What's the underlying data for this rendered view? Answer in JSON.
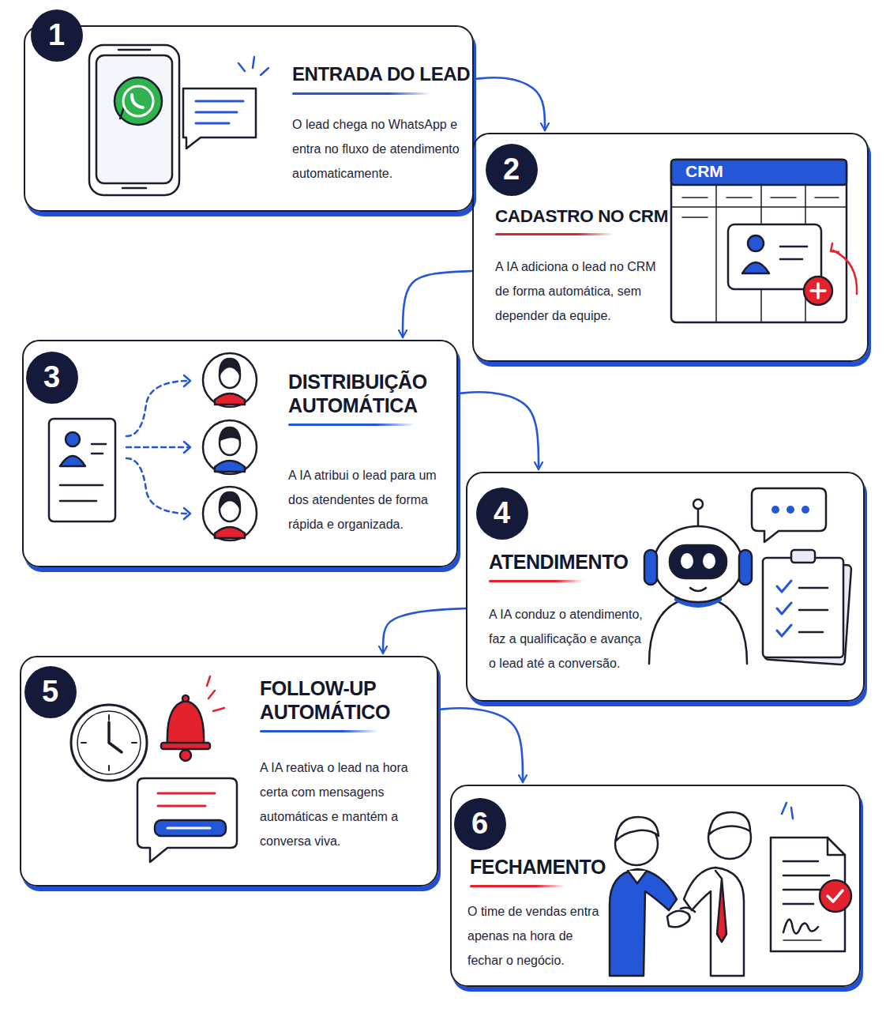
{
  "diagram": {
    "nodes": [
      {
        "text": [
          "ENTRADA DO LEAD",
          "O lead chega no WhatsApp e entra no fluxo de atendimento automaticamente."
        ]
      },
      {
        "text": [
          "1"
        ],
        "in": 0
      },
      {
        "text": [
          "CADASTRO NO CRM",
          "A IA adiciona o lead no CRM de forma automática, sem depender da equipe."
        ]
      },
      {
        "text": [
          "2"
        ],
        "in": 2
      },
      {
        "text": [
          "DISTRIBUIÇÃO AUTOMÁTICA",
          "A IA atribui o lead para um dos atendentes de forma rápida e organizada."
        ]
      },
      {
        "text": [
          "3"
        ],
        "in": 4
      },
      {
        "text": [
          "ATENDIMENTO",
          "A IA conduz o atendimento, faz a qualificação e avança o lead até a conversão."
        ]
      },
      {
        "text": [
          "4"
        ],
        "in": 6
      },
      {
        "text": [
          "FOLLOW-UP AUTOMÁTICO",
          "A IA reativa o lead na hora certa com mensagens automáticas e mantém a conversa viva."
        ]
      },
      {
        "text": [
          "5"
        ],
        "in": 8
      },
      {
        "text": [
          "FECHAMENTO",
          "O time de vendas entra apenas na hora de fechar o negócio."
        ]
      },
      {
        "text": [
          "6"
        ],
        "in": 10
      }
    ],
    "edges": [
      {
        "from": 0,
        "to": 2,
        "arrow": "to"
      },
      {
        "from": 2,
        "to": 4,
        "arrow": "to"
      },
      {
        "from": 4,
        "to": 6,
        "arrow": "to"
      },
      {
        "from": 6,
        "to": 8,
        "arrow": "to"
      },
      {
        "from": 8,
        "to": 10,
        "arrow": "to"
      }
    ],
    "labels": [
      "CRM"
    ]
  }
}
